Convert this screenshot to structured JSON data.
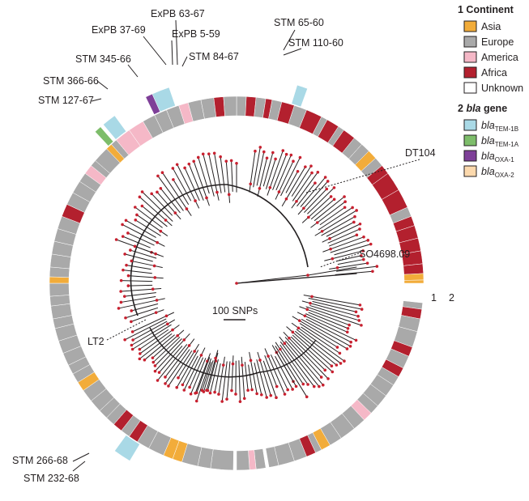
{
  "legend": {
    "continent": {
      "title": "1 Continent",
      "items": [
        {
          "label": "Asia",
          "color": "#f2ac3a"
        },
        {
          "label": "Europe",
          "color": "#a9a9a9"
        },
        {
          "label": "America",
          "color": "#f5b8c7"
        },
        {
          "label": "Africa",
          "color": "#b3202e"
        },
        {
          "label": "Unknown",
          "color": "#ffffff"
        }
      ]
    },
    "gene": {
      "title_num": "2 ",
      "title_em": "bla",
      "title_rest": " gene",
      "items": [
        {
          "base": "bla",
          "sub": "TEM-1B",
          "color": "#a9d9e6"
        },
        {
          "base": "bla",
          "sub": "TEM-1A",
          "color": "#7dbd6a"
        },
        {
          "base": "bla",
          "sub": "OXA-1",
          "color": "#7e3f98"
        },
        {
          "base": "bla",
          "sub": "OXA-2",
          "color": "#fcd9ad"
        }
      ]
    }
  },
  "ring_labels": {
    "inner": "1",
    "outer": "2"
  },
  "scale_bar": "100 SNPs",
  "tree_labels": {
    "dt104": "DT104",
    "so4698": "SO4698.09",
    "lt2": "LT2"
  },
  "isolates": [
    {
      "label": "ExPB 63-67"
    },
    {
      "label": "ExPB 37-69"
    },
    {
      "label": "ExPB 5-59"
    },
    {
      "label": "STM 84-67"
    },
    {
      "label": "STM 345-66"
    },
    {
      "label": "STM 366-66"
    },
    {
      "label": "STM 127-67"
    },
    {
      "label": "STM 65-60"
    },
    {
      "label": "STM 110-60"
    },
    {
      "label": "STM 266-68"
    },
    {
      "label": "STM 232-68"
    }
  ]
}
